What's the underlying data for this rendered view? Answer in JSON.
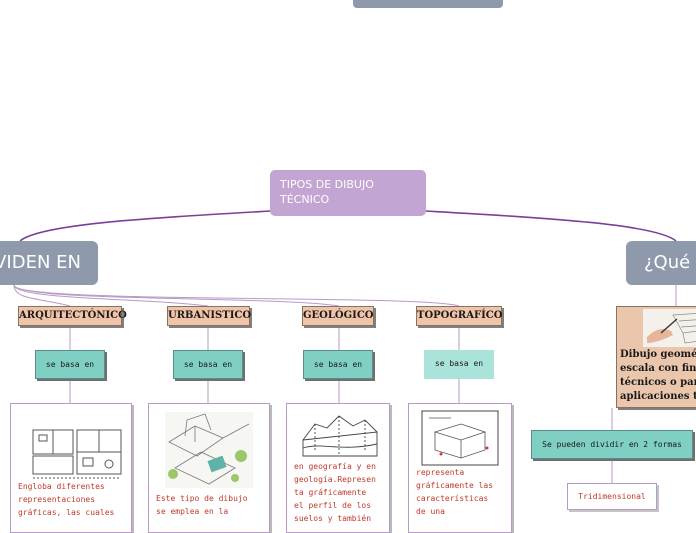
{
  "central_topic": {
    "label": "TIPOS DE DIBUJO\nTÉCNICO"
  },
  "left_branch": {
    "label": "VIDEN EN"
  },
  "right_branch": {
    "label": "¿Qué e"
  },
  "categories": [
    {
      "title": "ARQUITECTÓNICO",
      "connector_label": "se basa en",
      "image": "floor-plan-drawing",
      "text": "Engloba diferentes\nrepresentaciones\ngráficas, las cuales"
    },
    {
      "title": "URBANISTICO",
      "connector_label": "se basa en",
      "image": "urban-model-drawing",
      "text": "Este tipo de dibujo\nse emplea en la"
    },
    {
      "title": "GEOLÓGICO",
      "connector_label": "se basa en",
      "image": "geological-section-drawing",
      "text": "en geografía y en\ngeología.Represen\nta gráficamente\nel perfil de los\nsuelos y también"
    },
    {
      "title": "TOPOGRAFÍCO",
      "connector_label": "se basa en",
      "image": "topographic-drawing",
      "text": "representa\ngráficamente las\ncaracterísticas\nde una"
    }
  ],
  "right_card": {
    "image": "hand-drawing-sketch",
    "text": "Dibujo geomét\nescala con fine\ntécnicos o para\naplicaciones té"
  },
  "right_subtopic": {
    "label": "Se pueden dividir en 2 formas"
  },
  "right_subitem": {
    "label": "Tridimensional"
  },
  "colors": {
    "central": "#c3a5d3",
    "main_topic": "#8e9aac",
    "category": "#f0c4a8",
    "relation": "#7fd0c3",
    "connector": "#7b3f98",
    "card_text": "#c0392b"
  }
}
